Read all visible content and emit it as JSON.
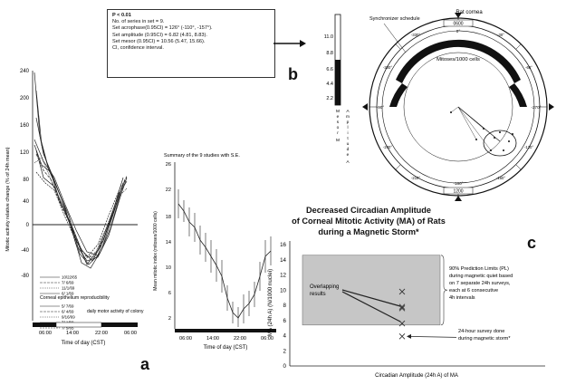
{
  "panel_labels": {
    "a": "a",
    "b": "b",
    "c": "c"
  },
  "stats_box": {
    "lines": [
      "P < 0.01",
      "No. of series in set = 9.",
      "Set acrophase(0.95CI) = 126° (-110°, -157°).",
      "Set amplitude (0.95CI) = 6.82 (4.81, 8.83).",
      "Set mesor      (0.95CI) = 10.56 (5.47, 15.66).",
      "CI, confidence interval."
    ]
  },
  "chart_a1": {
    "ylabel": "Mitotic activity relative change (% of 24h mean)",
    "xlabel": "Time of day (CST)",
    "yticks": [
      "240",
      "200",
      "160",
      "120",
      "80",
      "40",
      "0",
      "-40",
      "-80"
    ],
    "xticks": [
      "06:00",
      "14:00",
      "22:00",
      "06:00"
    ],
    "legend_title": "Corneal epithelium reproducibility",
    "legend_items": [
      "10/22/65",
      "7/ 6/69",
      "11/1/69",
      "6/ 1/69",
      "5/ 7/69",
      "6/ 4/69",
      "9/16/69",
      "7/ 1/69",
      "7/ 5/65"
    ],
    "legend_dates": [
      "10/22/65",
      "7/ 6/69",
      "11/1/69",
      "6/ 1/69",
      "5/ 7/69",
      "6/ 4/69",
      "9/16/69",
      "7/ 1/69",
      "7/ 5/65"
    ],
    "note": "daily motor activity of colony"
  },
  "chart_a2": {
    "title": "Summary of the 9 studies with S.E.",
    "ylabel": "Mean mitotic index (mitoses/1000 cells)",
    "xlabel": "Time of day (CST)",
    "yticks": [
      "26",
      "22",
      "18",
      "14",
      "10",
      "6",
      "2"
    ],
    "xticks": [
      "06:00",
      "14:00",
      "22:00",
      "06:00"
    ]
  },
  "chart_b": {
    "title": "Rat cornea",
    "schedule_label": "Synchronizer schedule",
    "inner_label": "Mitoses/1000 cells",
    "scale_ticks": [
      "11.0",
      "8.8",
      "6.6",
      "4.4",
      "2.2"
    ],
    "mesor_label": "M e s o r",
    "amplitude_label": "A m p l i t u d e",
    "mesor_letters": [
      "M",
      "e",
      "s",
      "o",
      "r"
    ],
    "mesor_m": "M",
    "amp_letters": [
      "A",
      "m",
      "p",
      "l",
      "i",
      "t",
      "u",
      "d",
      "e"
    ],
    "amp_a": "A",
    "top_time": "0600",
    "bottom_time": "1200",
    "top_degree": "0°",
    "bottom_degree": "-180°",
    "ring_degrees": [
      "-30°",
      "-60°",
      "-90°",
      "-120°",
      "-150°",
      "-210°",
      "-240°",
      "-270°",
      "-300°",
      "-330°"
    ],
    "left_degree": "-90°",
    "right_degree": "-270°"
  },
  "chart_c": {
    "title_lines": [
      "Decreased Circadian Amplitude",
      "of Corneal Mitotic Activity (MA) of Rats",
      "during a Magnetic Storm*"
    ],
    "type": "scatter",
    "ylabel": "MA (24h A) (N/1000 nuclei)",
    "xlabel": "Circadian Amplitude (24h A) of MA",
    "yticks": [
      "0",
      "2",
      "4",
      "6",
      "8",
      "10",
      "12",
      "14",
      "16"
    ],
    "ylim": [
      0,
      16
    ],
    "points": [
      {
        "y": 9.8,
        "marker": "x"
      },
      {
        "y": 7.6,
        "marker": "x"
      },
      {
        "y": 7.8,
        "marker": "x"
      },
      {
        "y": 5.6,
        "marker": "x"
      },
      {
        "y": 3.9,
        "marker": "x",
        "storm": true
      }
    ],
    "prediction_range": [
      5.4,
      14.6
    ],
    "overlap_label": [
      "Overlapping",
      "results"
    ],
    "prediction_label": [
      "90% Prediction Limits (PL)",
      "during magnetic quiet based",
      "on 7 separate 24h surveys,",
      "each at 6 consecutive",
      "4h intervals"
    ],
    "storm_label": [
      "24-hour survey done",
      "during magnetic storm*"
    ]
  },
  "chart_data": [
    {
      "type": "scatter",
      "title": "Decreased Circadian Amplitude of Corneal Mitotic Activity (MA) of Rats during a Magnetic Storm*",
      "ylabel": "MA (24h A) (N/1000 nuclei)",
      "xlabel": "Circadian Amplitude (24h A) of MA",
      "ylim": [
        0,
        16
      ],
      "y": [
        9.8,
        7.8,
        7.6,
        5.6,
        3.9
      ],
      "annotations": [
        "Overlapping results",
        "90% Prediction Limits (PL) during magnetic quiet based on 7 separate 24h surveys, each at 6 consecutive 4h intervals",
        "24-hour survey done during magnetic storm*"
      ]
    }
  ]
}
